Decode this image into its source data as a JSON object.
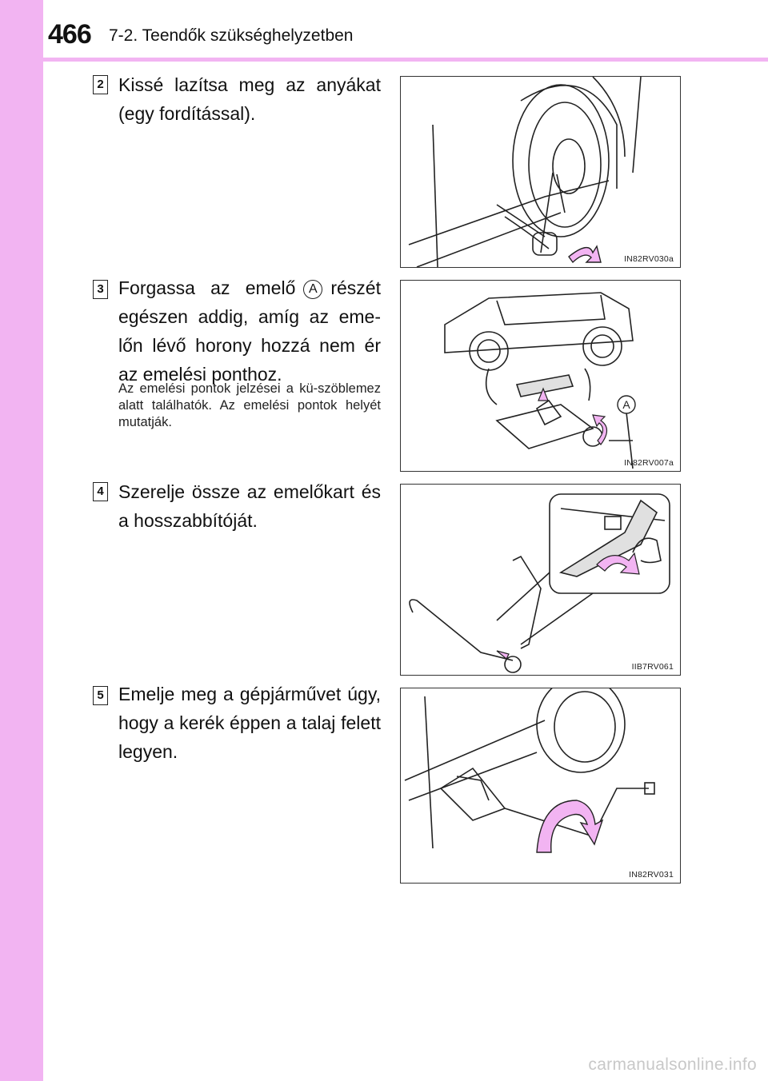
{
  "header": {
    "page_number": "466",
    "section_title": "7-2. Teendők szükséghelyzetben"
  },
  "steps": [
    {
      "number": "2",
      "text": "Kissé lazítsa meg az anyákat (egy fordítással).",
      "figure_code": "IN82RV030a"
    },
    {
      "number": "3",
      "text_before": "Forgassa az emelő",
      "callout": "A",
      "text_after": "részét egészen addig, amíg az eme-lőn lévő horony hozzá nem ér az emelési ponthoz.",
      "note": "Az emelési pontok jelzései a kü-szöblemez alatt találhatók. Az emelési pontok helyét mutatják.",
      "figure_code": "IN82RV007a",
      "figure_callout": "A"
    },
    {
      "number": "4",
      "text": "Szerelje össze az emelőkart és a hosszabbítóját.",
      "figure_code": "IIB7RV061"
    },
    {
      "number": "5",
      "text": "Emelje meg a gépjárművet úgy, hogy a kerék éppen a talaj felett legyen.",
      "figure_code": "IN82RV031"
    }
  ],
  "footer": {
    "watermark": "carmanualsonline.info"
  },
  "colors": {
    "side_band": "#f2b4f2",
    "arrow_fill": "#f2b4f2"
  }
}
